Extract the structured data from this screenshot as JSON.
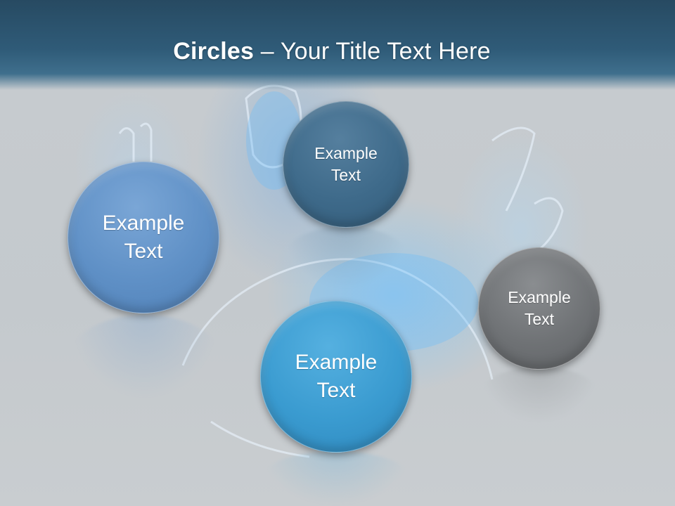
{
  "title": {
    "bold": "Circles",
    "rest": " – Your Title Text Here"
  },
  "colors": {
    "header": "#2f5b78",
    "circle_left": "#5f90c6",
    "circle_top": "#3e6a8a",
    "circle_bottom": "#3a9bd0",
    "circle_right": "#6f7275"
  },
  "circles": [
    {
      "id": "left",
      "line1": "Example",
      "line2": "Text"
    },
    {
      "id": "top",
      "line1": "Example",
      "line2": "Text"
    },
    {
      "id": "bottom",
      "line1": "Example",
      "line2": "Text"
    },
    {
      "id": "right",
      "line1": "Example",
      "line2": "Text"
    }
  ]
}
